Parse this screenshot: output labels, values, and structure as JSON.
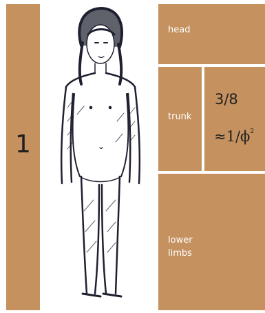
{
  "scale": {
    "whole_label": "1"
  },
  "segments": {
    "head": {
      "label": "head"
    },
    "trunk": {
      "label": "trunk"
    },
    "lower_limbs": {
      "label": "lower limbs"
    }
  },
  "ratio": {
    "fraction": "3/8",
    "approx_prefix": "≈1/ϕ",
    "approx_exponent": "2"
  },
  "colors": {
    "panel": "#c4915f",
    "divider": "#ffffff",
    "sketch_ink": "#1e2030"
  }
}
